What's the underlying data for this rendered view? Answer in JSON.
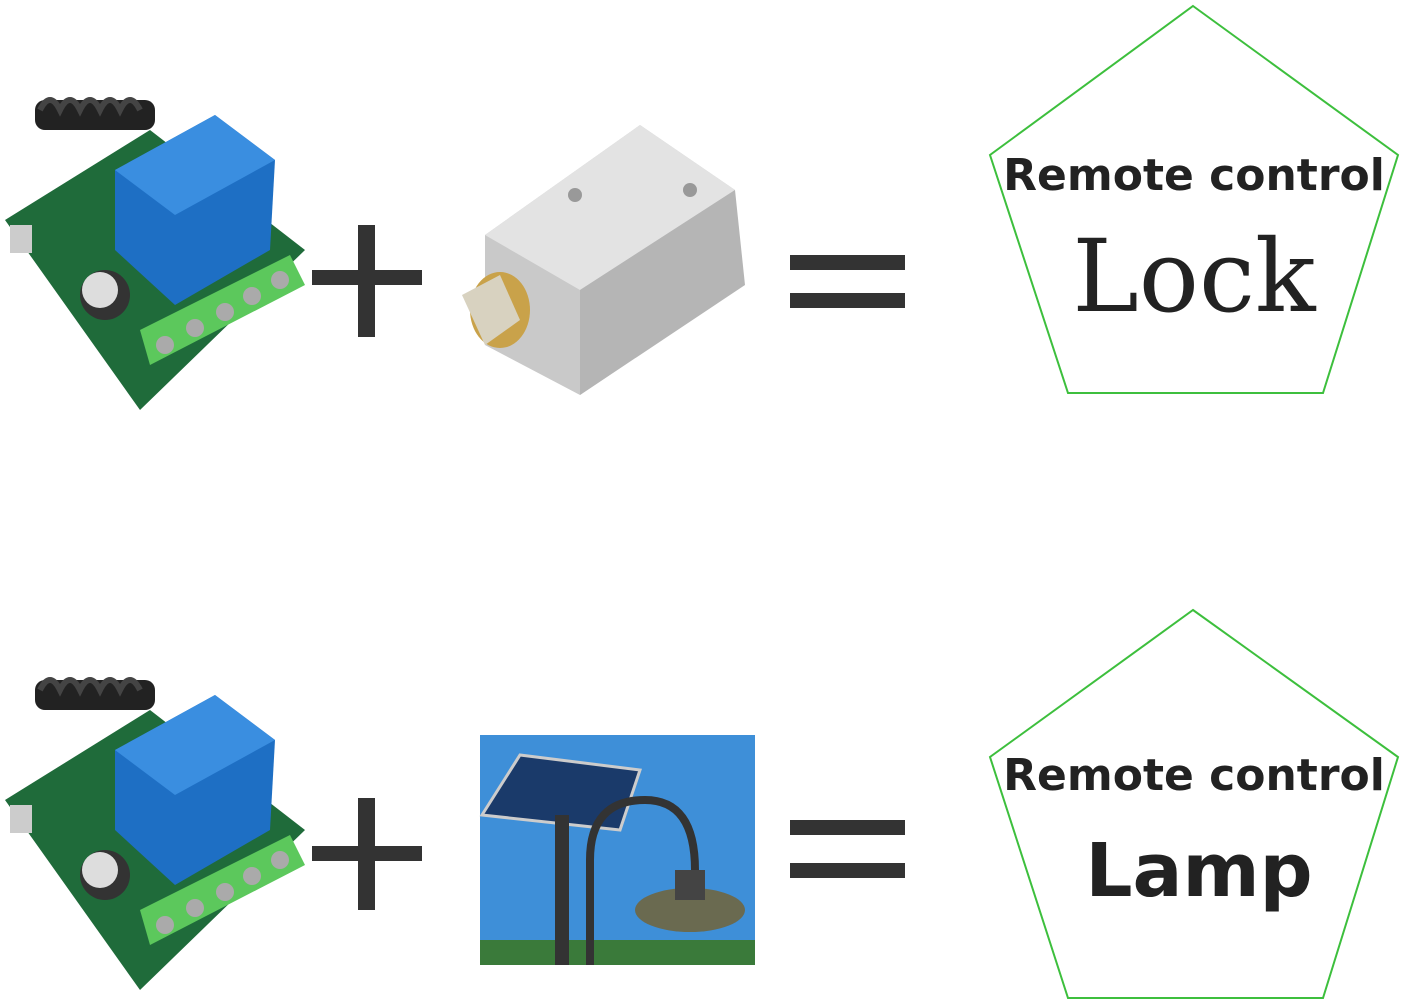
{
  "colors": {
    "pentagon_stroke": "#3dbf3d",
    "operator": "#333333",
    "relay_board": "#1f6b3a",
    "relay_box": "#1e6fc4",
    "terminal": "#5cc85c"
  },
  "rows": [
    {
      "module": "relay-receiver-module",
      "device": "electric-lock",
      "operator_plus": "+",
      "operator_equals": "=",
      "result_line1": "Remote control",
      "result_line2": "Lock"
    },
    {
      "module": "relay-receiver-module",
      "device": "solar-street-lamp",
      "operator_plus": "+",
      "operator_equals": "=",
      "result_line1": "Remote control",
      "result_line2": "Lamp"
    }
  ]
}
